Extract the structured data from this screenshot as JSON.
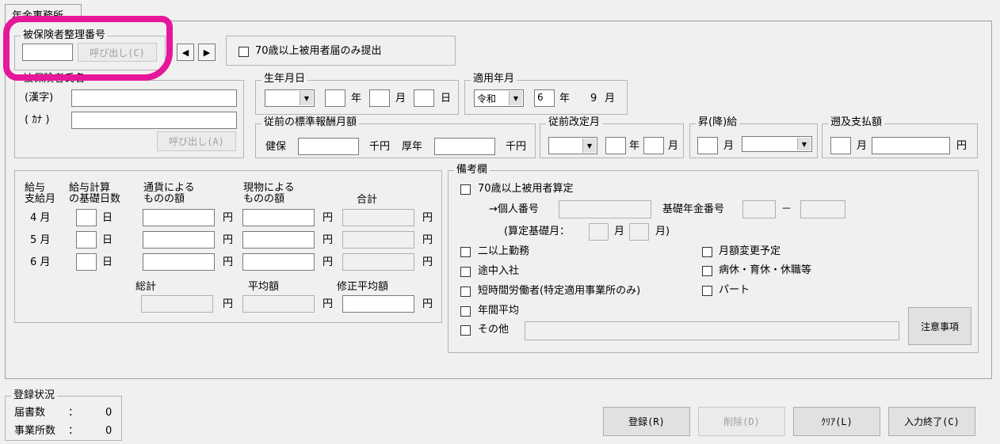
{
  "tab": {
    "label": "年金事務所"
  },
  "insured_number": {
    "label": "被保険者整理番号",
    "value": "",
    "call_button": "呼び出し(C)"
  },
  "nav": {
    "prev": "◀",
    "next": "▶"
  },
  "only70": {
    "label": "70歳以上被用者届のみ提出"
  },
  "name": {
    "label": "被保険者氏名",
    "kanji_label": "(漢字)",
    "kana_label": "( ｶﾅ )",
    "kanji_value": "",
    "kana_value": "",
    "call_button": "呼び出し(A)"
  },
  "birth": {
    "label": "生年月日",
    "era": "",
    "year_unit": "年",
    "month_unit": "月",
    "day_unit": "日"
  },
  "applied": {
    "label": "適用年月",
    "era": "令和",
    "year": "6",
    "year_unit": "年",
    "month": "9",
    "month_unit": "月"
  },
  "prev_salary": {
    "label": "従前の標準報酬月額",
    "health_label": "健保",
    "pension_label": "厚年",
    "unit": "千円"
  },
  "prev_revision": {
    "label": "従前改定月",
    "year_unit": "年",
    "month_unit": "月"
  },
  "raise": {
    "label": "昇(降)給",
    "month_unit": "月"
  },
  "retro": {
    "label": "遡及支払額",
    "month_unit": "月",
    "yen_unit": "円"
  },
  "salary_table": {
    "headers": {
      "month": [
        "給与",
        "支給月"
      ],
      "days": [
        "給与計算",
        "の基礎日数"
      ],
      "currency": [
        "通貨による",
        "ものの額"
      ],
      "goods": [
        "現物による",
        "ものの額"
      ],
      "total": "合計"
    },
    "rows": [
      {
        "month": "4 月",
        "day_unit": "日"
      },
      {
        "month": "5 月",
        "day_unit": "日"
      },
      {
        "month": "6 月",
        "day_unit": "日"
      }
    ],
    "yen": "円",
    "grand_total_label": "総計",
    "average_label": "平均額",
    "corrected_average_label": "修正平均額"
  },
  "remarks": {
    "label": "備考欄",
    "over70": "70歳以上被用者算定",
    "personal_number_label": "→個人番号",
    "basic_pension_label": "基礎年金番号",
    "dash": "－",
    "calc_month_open": "(算定基礎月：",
    "month_unit": "月",
    "calc_month_close": "月)",
    "multi_office": "二以上勤務",
    "monthly_change": "月額変更予定",
    "mid_entry": "途中入社",
    "leave": "病休・育休・休職等",
    "short_time": "短時間労働者(特定適用事業所のみ)",
    "part": "パート",
    "annual_avg": "年間平均",
    "other": "その他",
    "notes_button": "注意事項"
  },
  "status": {
    "label": "登録状況",
    "forms_label": "届書数",
    "forms_value": "0",
    "offices_label": "事業所数",
    "offices_value": "0",
    "colon": "："
  },
  "buttons": {
    "register": "登録(R)",
    "delete": "削除(D)",
    "clear": "ｸﾘｱ(L)",
    "finish": "入力終了(C)"
  }
}
